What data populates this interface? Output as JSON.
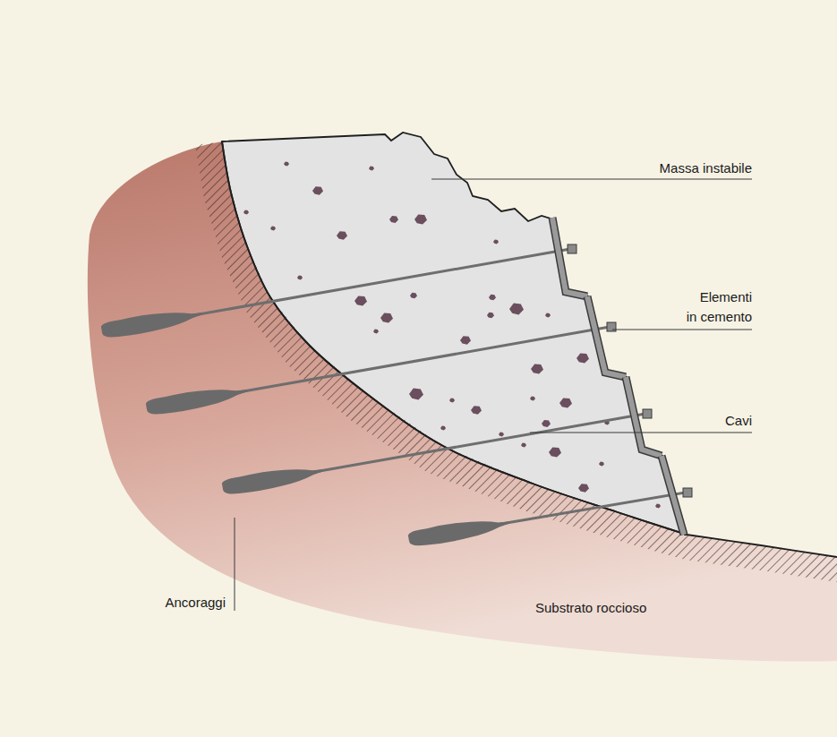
{
  "diagram": {
    "labels": [
      "Massa instabile",
      "Elementi in cemento",
      "Cavi",
      "Ancoraggi",
      "Substrato roccioso"
    ]
  }
}
